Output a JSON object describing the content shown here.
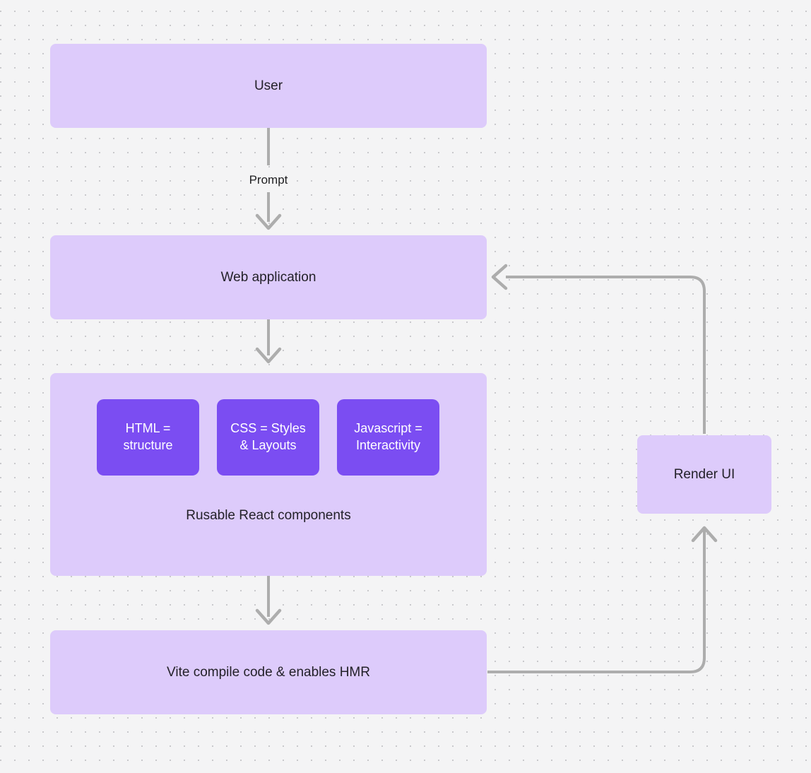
{
  "diagram": {
    "type": "flowchart",
    "background_color": "#f4f4f5",
    "dot_grid_color": "#c9c9cc",
    "node_fill": "#ddcbfb",
    "inner_node_fill": "#7b4df2",
    "edge_color": "#adadad",
    "text_color": "#232129"
  },
  "nodes": {
    "user": {
      "label": "User"
    },
    "web_application": {
      "label": "Web application"
    },
    "components_group": {
      "caption": "Rusable React components"
    },
    "html": {
      "label": "HTML =\nstructure",
      "line1": "HTML =",
      "line2": "structure"
    },
    "css": {
      "label": "CSS = Styles\n& Layouts",
      "line1": "CSS = Styles",
      "line2": "& Layouts"
    },
    "javascript": {
      "label": "Javascript =\nInteractivity",
      "line1": "Javascript =",
      "line2": "Interactivity"
    },
    "vite": {
      "label": "Vite compile code & enables HMR"
    },
    "render_ui": {
      "label": "Render UI"
    }
  },
  "edges": [
    {
      "id": "user-to-web",
      "from": "user",
      "to": "web_application",
      "label": "Prompt"
    },
    {
      "id": "web-to-components",
      "from": "web_application",
      "to": "components_group",
      "label": ""
    },
    {
      "id": "components-to-vite",
      "from": "components_group",
      "to": "vite",
      "label": ""
    },
    {
      "id": "vite-to-render",
      "from": "vite",
      "to": "render_ui",
      "label": ""
    },
    {
      "id": "render-to-web",
      "from": "render_ui",
      "to": "web_application",
      "label": ""
    }
  ]
}
